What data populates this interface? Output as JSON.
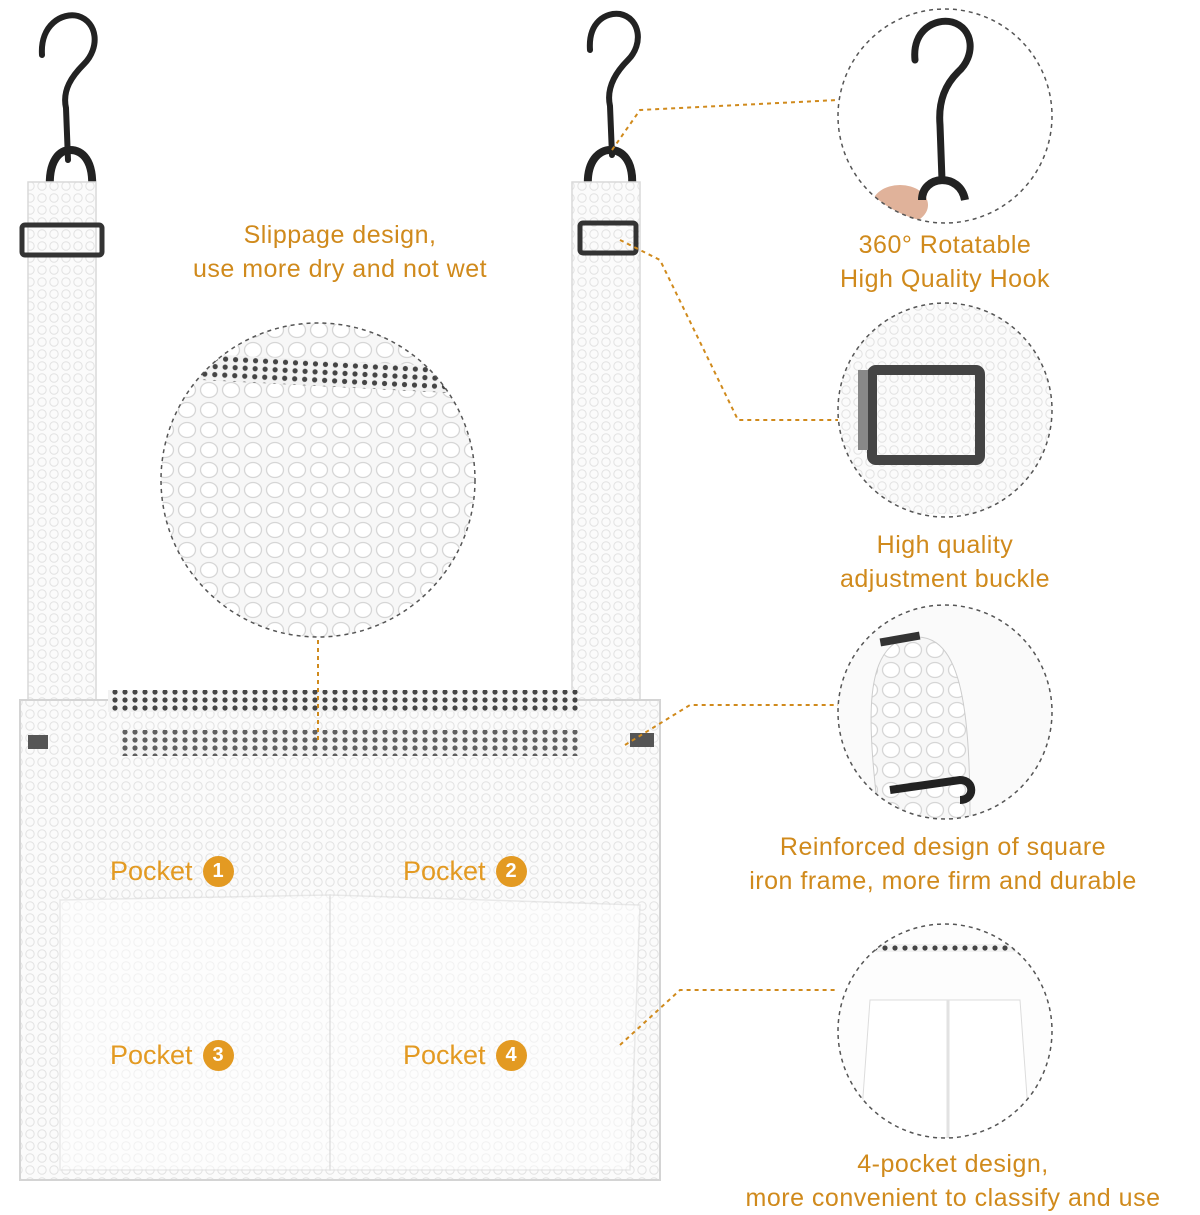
{
  "captions": {
    "slippage": [
      "Slippage design,",
      "use more dry and not wet"
    ],
    "hook": [
      "360° Rotatable",
      "High Quality Hook"
    ],
    "buckle": [
      "High quality",
      "adjustment buckle"
    ],
    "frame": [
      "Reinforced design of square",
      "iron frame, more firm and durable"
    ],
    "pockets": [
      "4-pocket design,",
      "more convenient to classify and use"
    ]
  },
  "pockets": [
    {
      "label": "Pocket",
      "number": "1"
    },
    {
      "label": "Pocket",
      "number": "2"
    },
    {
      "label": "Pocket",
      "number": "3"
    },
    {
      "label": "Pocket",
      "number": "4"
    }
  ],
  "colors": {
    "accent": "#d08a1c",
    "badge": "#e39a22",
    "hook": "#222222",
    "mesh": "#ffffff"
  }
}
